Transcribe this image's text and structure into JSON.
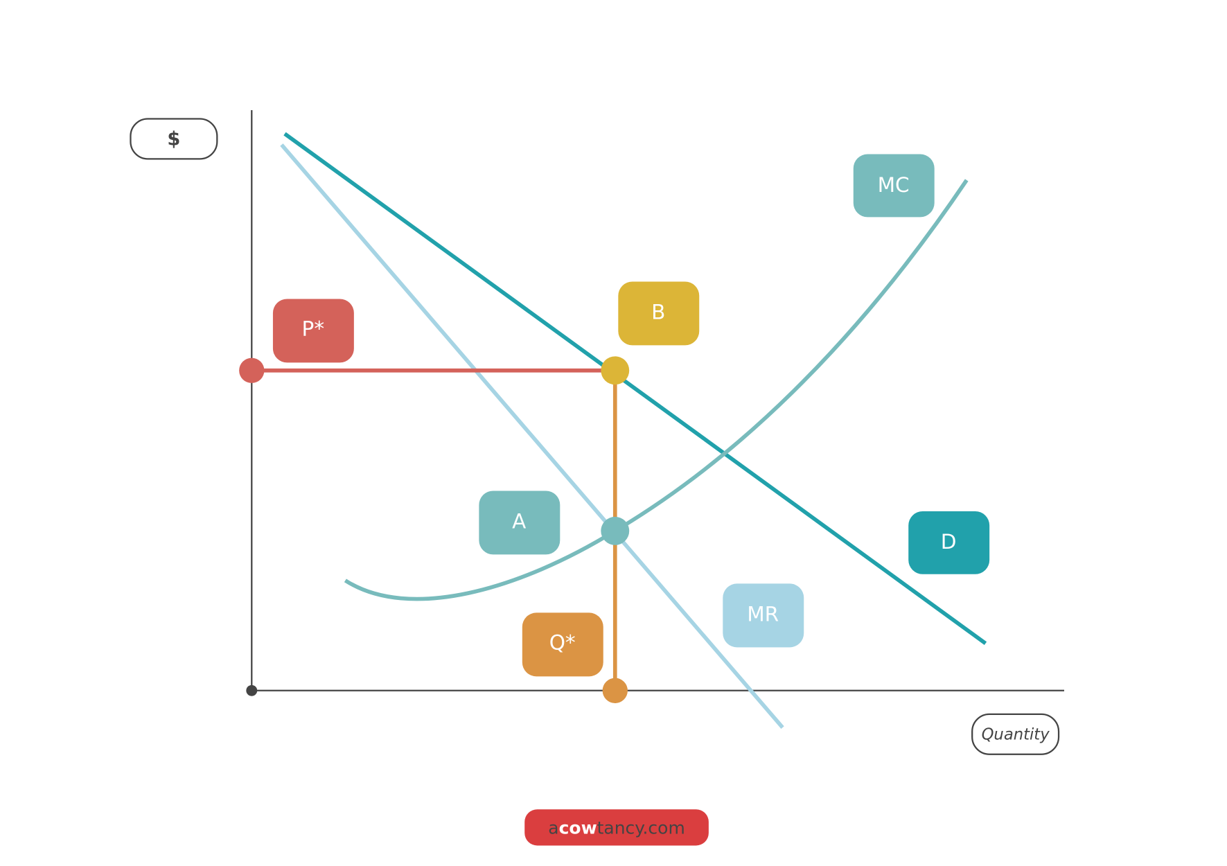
{
  "axes": {
    "y_label": "$",
    "x_label": "Quantity"
  },
  "curves": {
    "demand": {
      "label": "D",
      "color": "#21a1ab"
    },
    "marginal_revenue": {
      "label": "MR",
      "color": "#a6d4e4"
    },
    "marginal_cost": {
      "label": "MC",
      "color": "#78bbbc"
    }
  },
  "points": {
    "a": {
      "label": "A",
      "color": "#78bbbc"
    },
    "b": {
      "label": "B",
      "color": "#dcb537"
    },
    "price": {
      "label": "P*",
      "color": "#d4625a"
    },
    "quantity": {
      "label": "Q*",
      "color": "#db9444"
    }
  },
  "axis_color": "#444444",
  "brand": {
    "prefix": "a",
    "bold": "cow",
    "suffix": "tancy.com",
    "color": "#da3e3f"
  }
}
